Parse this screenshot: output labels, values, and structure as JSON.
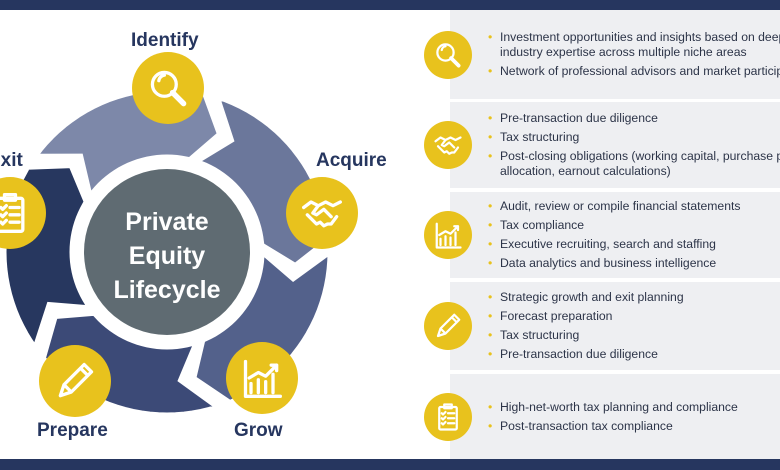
{
  "diagram": {
    "center_title": [
      "Private",
      "Equity",
      "Lifecycle"
    ],
    "stages": [
      {
        "label": "Identify",
        "icon": "magnifier-icon",
        "color": "#7d88a9"
      },
      {
        "label": "Acquire",
        "icon": "handshake-icon",
        "color": "#6b779b"
      },
      {
        "label": "Grow",
        "icon": "growth-chart-icon",
        "color": "#53618b"
      },
      {
        "label": "Prepare",
        "icon": "pencil-icon",
        "color": "#3c4a77"
      },
      {
        "label": "Exit",
        "icon": "checklist-icon",
        "color": "#27375f"
      }
    ],
    "accent": "#e8c21d",
    "center_color": "#5f6b72",
    "navy": "#26365f"
  },
  "panel": {
    "rows": [
      {
        "icon": "magnifier-icon",
        "items": [
          "Investment opportunities and insights based on deep",
          "industry expertise across multiple niche areas",
          "Network of professional advisors and market participants"
        ]
      },
      {
        "icon": "handshake-icon",
        "items": [
          "Pre-transaction due diligence",
          "Tax structuring",
          "Post-closing obligations (working capital, purchase price",
          "allocation, earnout calculations)"
        ]
      },
      {
        "icon": "growth-chart-icon",
        "items": [
          "Audit, review or compile financial statements",
          "Tax compliance",
          "Executive recruiting, search and staffing",
          "Data analytics and business intelligence"
        ]
      },
      {
        "icon": "pencil-icon",
        "items": [
          "Strategic growth and exit planning",
          "Forecast preparation",
          "Tax structuring",
          "Pre-transaction due diligence"
        ]
      },
      {
        "icon": "checklist-icon",
        "items": [
          "High-net-worth tax planning and compliance",
          "Post-transaction tax compliance"
        ]
      }
    ]
  }
}
